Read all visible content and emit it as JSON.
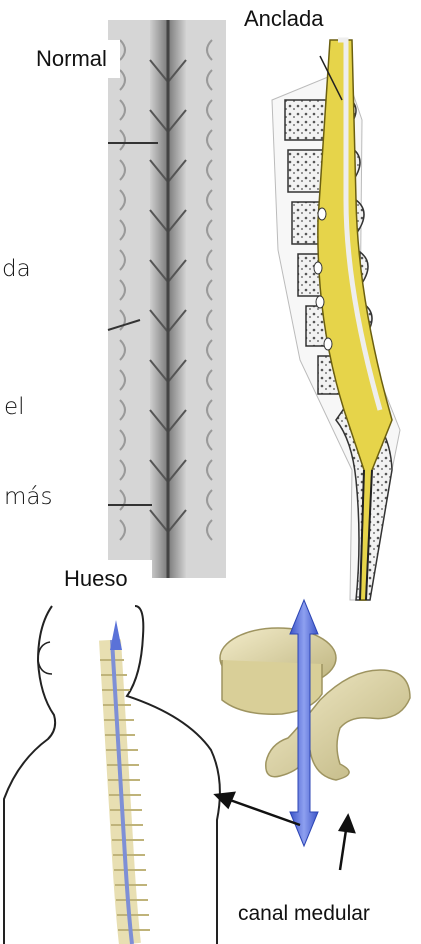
{
  "labels": {
    "anchored": "Anclada",
    "normal": "Normal",
    "bone": "Hueso",
    "spinal_canal": "canal medular"
  },
  "partial_text": {
    "line1": "da",
    "line2": "el",
    "line3": "más"
  },
  "colors": {
    "spinal_cord_yellow": "#e6d44a",
    "bone_beige": "#e8dfb2",
    "axis_blue": "#5a72d8",
    "xray_gray": "#8a8a8a"
  }
}
